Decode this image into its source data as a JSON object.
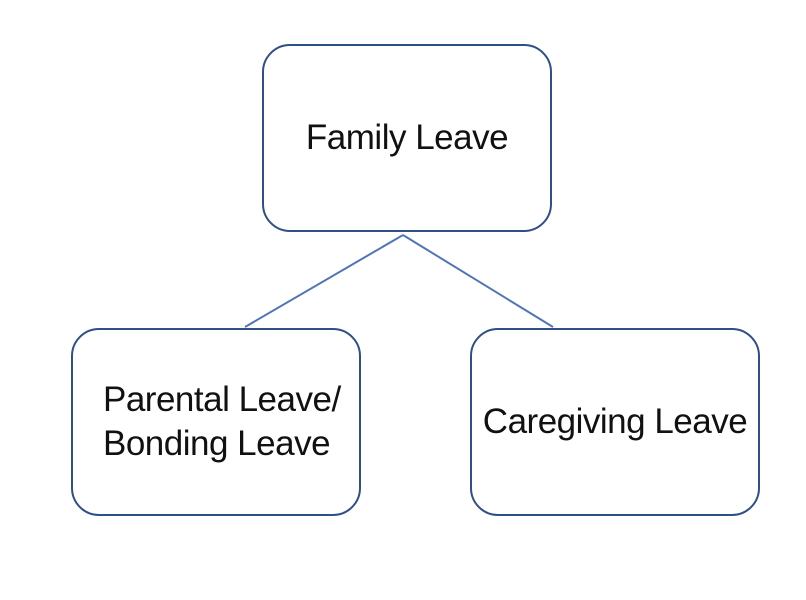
{
  "diagram": {
    "root": {
      "label": "Family Leave"
    },
    "children": [
      {
        "label_lines": [
          "Parental Leave/",
          "Bonding Leave"
        ]
      },
      {
        "label": "Caregiving Leave"
      }
    ],
    "colors": {
      "border": "#2f4f86",
      "connector": "#4f75b8",
      "text": "#111111",
      "background": "#ffffff"
    }
  }
}
